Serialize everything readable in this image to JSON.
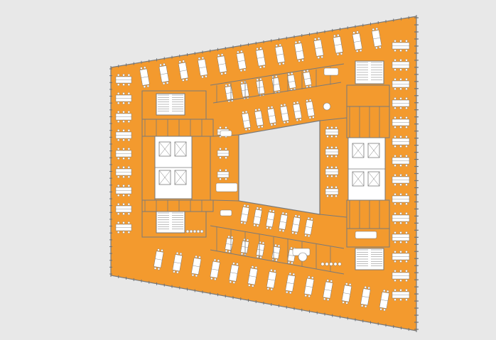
{
  "floorplan": {
    "colors": {
      "background": "#e8e8e8",
      "floor": "#f39a2e",
      "wall": "#7a7a7a",
      "courtyard": "#e6e6e6",
      "core": "#ffffff",
      "furniture": "#ffffff",
      "glazing": "#6f7378"
    },
    "elements": {
      "slab": "floor-slab",
      "courtyard": "central-courtyard",
      "cores": [
        "west-core",
        "east-core"
      ],
      "stairs": [
        "stair-northwest",
        "stair-southwest",
        "stair-northeast",
        "stair-southeast"
      ]
    }
  }
}
